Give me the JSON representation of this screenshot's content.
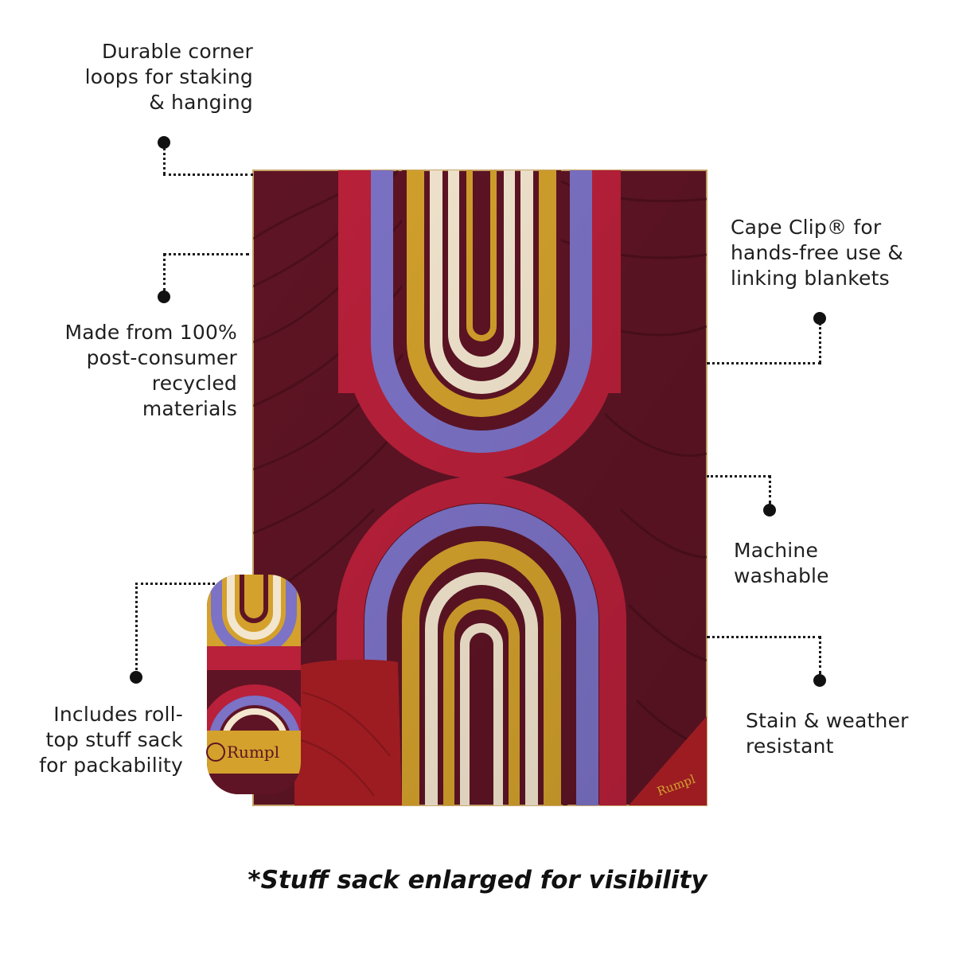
{
  "features": {
    "corner_loops": [
      "Durable corner",
      "loops for staking",
      "& hanging"
    ],
    "recycled": [
      "Made from 100%",
      "post-consumer",
      "recycled",
      "materials"
    ],
    "stuff_sack": [
      "Includes roll-",
      "top stuff sack",
      "for packability"
    ],
    "cape_clip": [
      "Cape Clip® for",
      "hands-free use &",
      "linking blankets"
    ],
    "washable": [
      "Machine",
      "washable"
    ],
    "resistant": [
      "Stain & weather",
      "resistant"
    ]
  },
  "product": {
    "brand_logo": "Rumpl",
    "blanket_label": "Rumpl",
    "colors": {
      "maroon": "#5e1424",
      "red": "#b9203a",
      "purple": "#7c72c6",
      "gold": "#d3a12c",
      "cream": "#f3e6cf",
      "fold_red": "#9c1c22"
    }
  },
  "footnote": "*Stuff sack enlarged for visibility"
}
